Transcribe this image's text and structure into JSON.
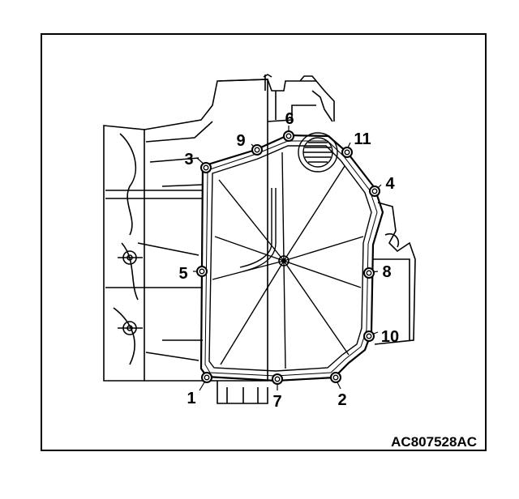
{
  "figure_code": "AC807528AC",
  "bolts": [
    {
      "label": "1"
    },
    {
      "label": "2"
    },
    {
      "label": "3"
    },
    {
      "label": "4"
    },
    {
      "label": "5"
    },
    {
      "label": "6"
    },
    {
      "label": "7"
    },
    {
      "label": "8"
    },
    {
      "label": "9"
    },
    {
      "label": "10"
    },
    {
      "label": "11"
    }
  ],
  "colors": {
    "line": "#000000",
    "background": "#ffffff"
  }
}
